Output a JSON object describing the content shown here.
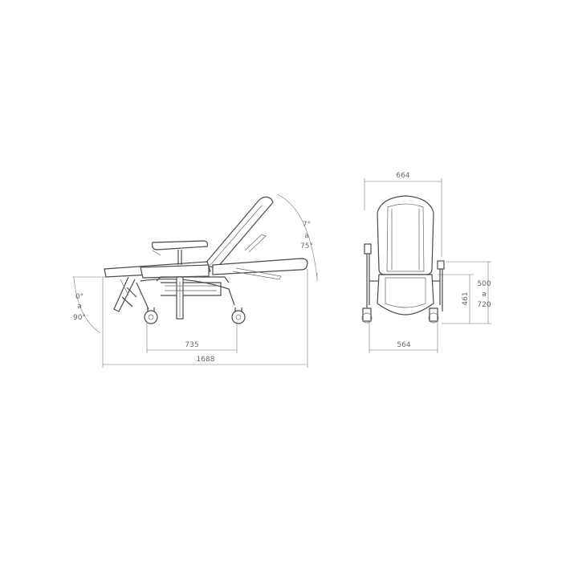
{
  "side_view": {
    "seat_angle": {
      "min": "0°",
      "sep": "a",
      "max": "90°"
    },
    "back_angle": {
      "min": "7°",
      "sep": "a",
      "max": "75°"
    },
    "wheelbase": "735",
    "overall_length": "1688"
  },
  "front_view": {
    "overall_width": "664",
    "wheel_track": "564",
    "seat_height": "461",
    "armrest_height": {
      "min": "500",
      "sep": "a",
      "max": "720"
    }
  }
}
